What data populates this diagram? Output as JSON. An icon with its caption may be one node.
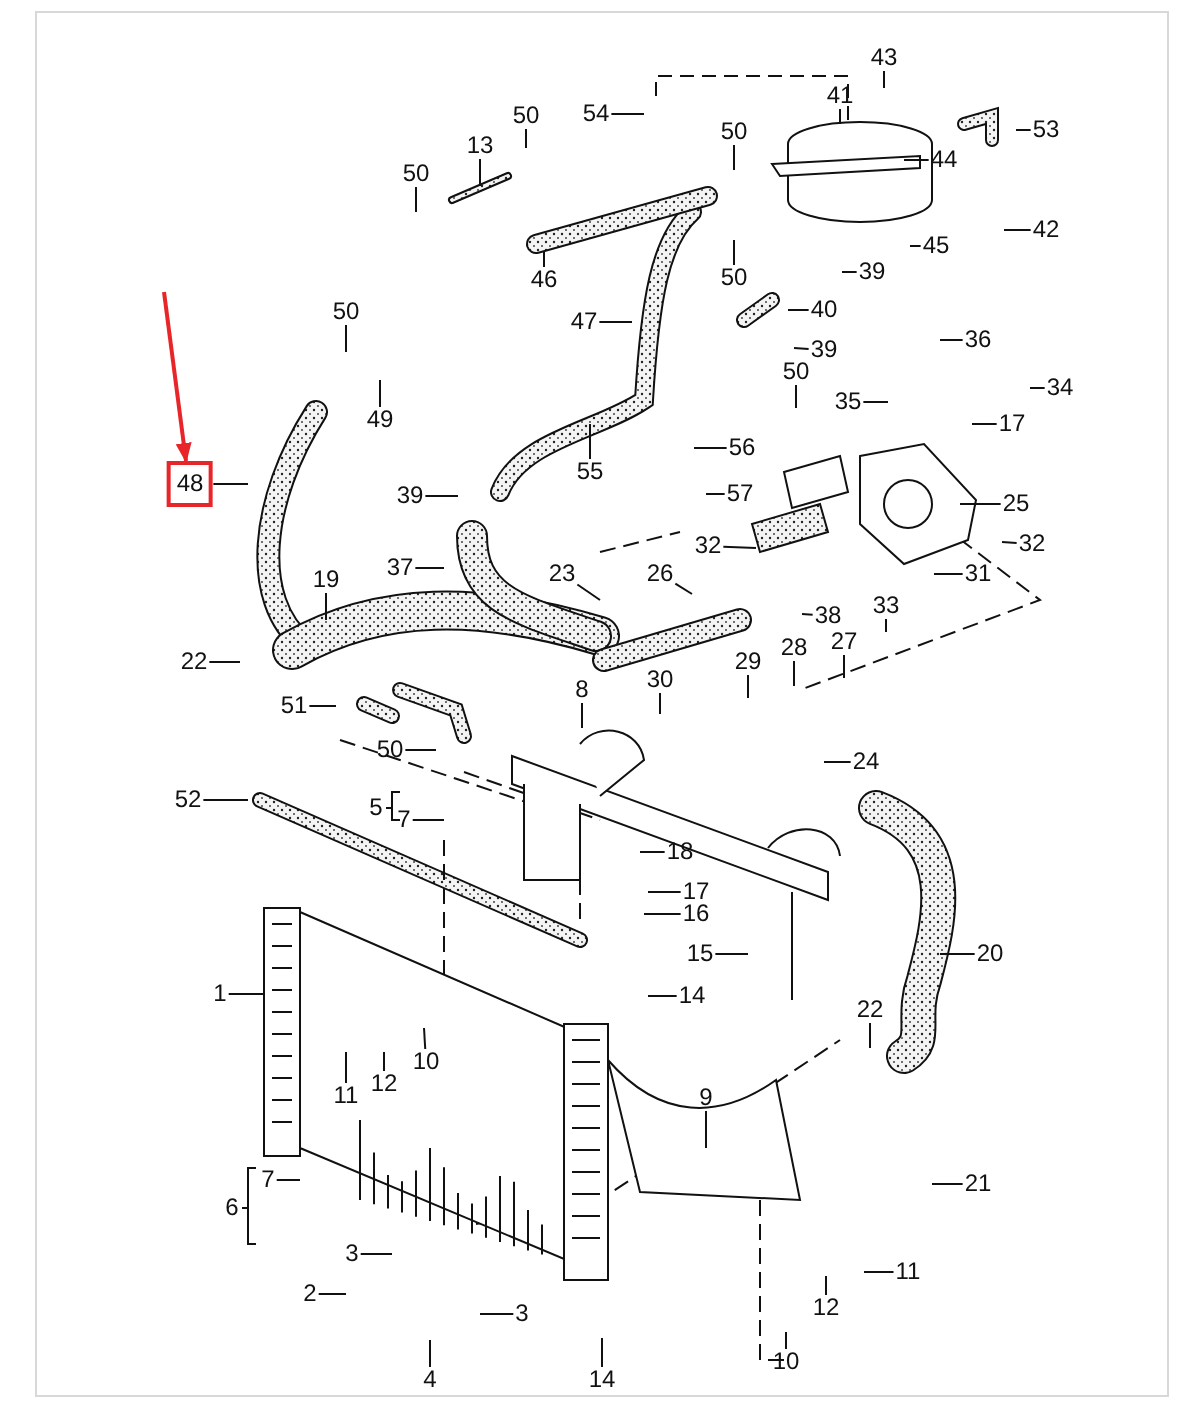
{
  "diagram": {
    "nodes": [
      {
        "text": [
          "43"
        ]
      },
      {
        "text": [
          "41"
        ]
      },
      {
        "text": [
          "54"
        ]
      },
      {
        "text": [
          "50"
        ]
      },
      {
        "text": [
          "53"
        ]
      },
      {
        "text": [
          "13"
        ]
      },
      {
        "text": [
          "50"
        ]
      },
      {
        "text": [
          "44"
        ]
      },
      {
        "text": [
          "50"
        ]
      },
      {
        "text": [
          "42"
        ]
      },
      {
        "text": [
          "45"
        ]
      },
      {
        "text": [
          "50"
        ]
      },
      {
        "text": [
          "46"
        ]
      },
      {
        "text": [
          "39"
        ]
      },
      {
        "text": [
          "50"
        ]
      },
      {
        "text": [
          "40"
        ]
      },
      {
        "text": [
          "47"
        ]
      },
      {
        "text": [
          "36"
        ]
      },
      {
        "text": [
          "39"
        ]
      },
      {
        "text": [
          "50"
        ]
      },
      {
        "text": [
          "34"
        ]
      },
      {
        "text": [
          "35"
        ]
      },
      {
        "text": [
          "49"
        ]
      },
      {
        "text": [
          "17"
        ]
      },
      {
        "text": [
          "56"
        ]
      },
      {
        "text": [
          "55"
        ]
      },
      {
        "text": [
          "48"
        ]
      },
      {
        "text": [
          "39"
        ]
      },
      {
        "text": [
          "57"
        ]
      },
      {
        "text": [
          "25"
        ]
      },
      {
        "text": [
          "32"
        ]
      },
      {
        "text": [
          "32"
        ]
      },
      {
        "text": [
          "26"
        ]
      },
      {
        "text": [
          "31"
        ]
      },
      {
        "text": [
          "19"
        ]
      },
      {
        "text": [
          "37"
        ]
      },
      {
        "text": [
          "23"
        ]
      },
      {
        "text": [
          "38"
        ]
      },
      {
        "text": [
          "33"
        ]
      },
      {
        "text": [
          "28"
        ]
      },
      {
        "text": [
          "27"
        ]
      },
      {
        "text": [
          "22"
        ]
      },
      {
        "text": [
          "29"
        ]
      },
      {
        "text": [
          "30"
        ]
      },
      {
        "text": [
          "8"
        ]
      },
      {
        "text": [
          "51"
        ]
      },
      {
        "text": [
          "50"
        ]
      },
      {
        "text": [
          "24"
        ]
      },
      {
        "text": [
          "52"
        ]
      },
      {
        "text": [
          "5"
        ]
      },
      {
        "text": [
          "7"
        ]
      },
      {
        "text": [
          "18"
        ]
      },
      {
        "text": [
          "17"
        ]
      },
      {
        "text": [
          "16"
        ]
      },
      {
        "text": [
          "15"
        ]
      },
      {
        "text": [
          "20"
        ]
      },
      {
        "text": [
          "1"
        ]
      },
      {
        "text": [
          "14"
        ]
      },
      {
        "text": [
          "10"
        ]
      },
      {
        "text": [
          "12"
        ]
      },
      {
        "text": [
          "22"
        ]
      },
      {
        "text": [
          "11"
        ]
      },
      {
        "text": [
          "9"
        ]
      },
      {
        "text": [
          "7"
        ]
      },
      {
        "text": [
          "21"
        ]
      },
      {
        "text": [
          "6"
        ]
      },
      {
        "text": [
          "3"
        ]
      },
      {
        "text": [
          "11"
        ]
      },
      {
        "text": [
          "2"
        ]
      },
      {
        "text": [
          "3"
        ]
      },
      {
        "text": [
          "12"
        ]
      },
      {
        "text": [
          "10"
        ]
      },
      {
        "text": [
          "4"
        ]
      },
      {
        "text": [
          "14"
        ]
      }
    ],
    "edges": [
      {
        "from": 0,
        "to": null,
        "arrow": "none"
      },
      {
        "from": 1,
        "to": null,
        "arrow": "none"
      },
      {
        "from": 2,
        "to": null,
        "arrow": "none"
      },
      {
        "from": 3,
        "to": null,
        "arrow": "none"
      },
      {
        "from": 4,
        "to": null,
        "arrow": "none"
      },
      {
        "from": 5,
        "to": null,
        "arrow": "none"
      },
      {
        "from": 6,
        "to": null,
        "arrow": "none"
      },
      {
        "from": 7,
        "to": null,
        "arrow": "none"
      },
      {
        "from": 8,
        "to": null,
        "arrow": "none"
      },
      {
        "from": 9,
        "to": null,
        "arrow": "none"
      },
      {
        "from": 10,
        "to": null,
        "arrow": "none"
      },
      {
        "from": 11,
        "to": null,
        "arrow": "none"
      },
      {
        "from": 12,
        "to": null,
        "arrow": "none"
      },
      {
        "from": 13,
        "to": null,
        "arrow": "none"
      },
      {
        "from": 14,
        "to": null,
        "arrow": "none"
      },
      {
        "from": 15,
        "to": null,
        "arrow": "none"
      },
      {
        "from": 16,
        "to": null,
        "arrow": "none"
      },
      {
        "from": 17,
        "to": null,
        "arrow": "none"
      },
      {
        "from": 18,
        "to": null,
        "arrow": "none"
      },
      {
        "from": 19,
        "to": null,
        "arrow": "none"
      },
      {
        "from": 20,
        "to": null,
        "arrow": "none"
      },
      {
        "from": 21,
        "to": null,
        "arrow": "none"
      },
      {
        "from": 22,
        "to": null,
        "arrow": "none"
      },
      {
        "from": 23,
        "to": null,
        "arrow": "none"
      },
      {
        "from": 24,
        "to": null,
        "arrow": "none"
      },
      {
        "from": 25,
        "to": null,
        "arrow": "none"
      },
      {
        "from": 26,
        "to": null,
        "arrow": "none"
      },
      {
        "from": 27,
        "to": null,
        "arrow": "none"
      },
      {
        "from": 28,
        "to": null,
        "arrow": "none"
      },
      {
        "from": 29,
        "to": null,
        "arrow": "none"
      },
      {
        "from": 30,
        "to": null,
        "arrow": "none"
      },
      {
        "from": 31,
        "to": null,
        "arrow": "none"
      },
      {
        "from": 32,
        "to": null,
        "arrow": "none"
      },
      {
        "from": 33,
        "to": null,
        "arrow": "none"
      },
      {
        "from": 34,
        "to": null,
        "arrow": "none"
      },
      {
        "from": 35,
        "to": null,
        "arrow": "none"
      },
      {
        "from": 36,
        "to": null,
        "arrow": "none"
      },
      {
        "from": 37,
        "to": null,
        "arrow": "none"
      },
      {
        "from": 38,
        "to": null,
        "arrow": "none"
      },
      {
        "from": 39,
        "to": null,
        "arrow": "none"
      },
      {
        "from": 40,
        "to": null,
        "arrow": "none"
      },
      {
        "from": 41,
        "to": null,
        "arrow": "none"
      },
      {
        "from": 42,
        "to": null,
        "arrow": "none"
      },
      {
        "from": 43,
        "to": null,
        "arrow": "none"
      },
      {
        "from": 44,
        "to": null,
        "arrow": "none"
      },
      {
        "from": 45,
        "to": null,
        "arrow": "none"
      },
      {
        "from": 46,
        "to": null,
        "arrow": "none"
      },
      {
        "from": 47,
        "to": null,
        "arrow": "none"
      },
      {
        "from": 48,
        "to": null,
        "arrow": "none"
      },
      {
        "from": 50,
        "to": null,
        "arrow": "none"
      },
      {
        "from": 51,
        "to": null,
        "arrow": "none"
      },
      {
        "from": 52,
        "to": null,
        "arrow": "none"
      },
      {
        "from": 53,
        "to": null,
        "arrow": "none"
      },
      {
        "from": 54,
        "to": null,
        "arrow": "none"
      },
      {
        "from": 55,
        "to": null,
        "arrow": "none"
      },
      {
        "from": 56,
        "to": null,
        "arrow": "none"
      },
      {
        "from": 57,
        "to": null,
        "arrow": "none"
      },
      {
        "from": 58,
        "to": null,
        "arrow": "none"
      },
      {
        "from": 59,
        "to": null,
        "arrow": "none"
      },
      {
        "from": 60,
        "to": null,
        "arrow": "none"
      },
      {
        "from": 61,
        "to": null,
        "arrow": "none"
      },
      {
        "from": 62,
        "to": null,
        "arrow": "none"
      },
      {
        "from": 63,
        "to": null,
        "arrow": "none"
      },
      {
        "from": 64,
        "to": null,
        "arrow": "none"
      },
      {
        "from": 66,
        "to": null,
        "arrow": "none"
      },
      {
        "from": 67,
        "to": null,
        "arrow": "none"
      },
      {
        "from": 68,
        "to": null,
        "arrow": "none"
      },
      {
        "from": 69,
        "to": null,
        "arrow": "none"
      },
      {
        "from": 70,
        "to": null,
        "arrow": "none"
      },
      {
        "from": 71,
        "to": null,
        "arrow": "none"
      },
      {
        "from": 72,
        "to": null,
        "arrow": "none"
      },
      {
        "from": 73,
        "to": null,
        "arrow": "none"
      },
      {
        "from": null,
        "to": 26,
        "arrow": "to",
        "color": "#e8262a"
      }
    ]
  }
}
